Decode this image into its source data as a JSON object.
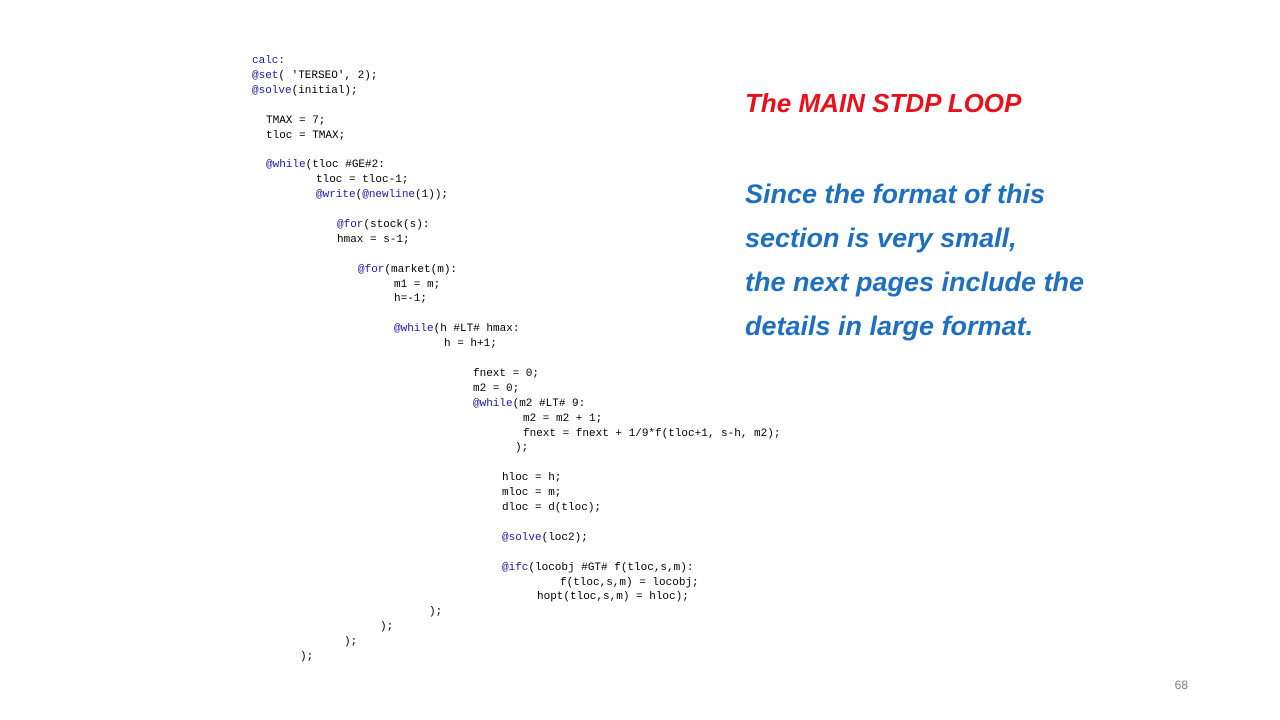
{
  "code_lines": [
    {
      "indent": 0,
      "parts": [
        {
          "t": "calc:",
          "k": true
        }
      ]
    },
    {
      "indent": 0,
      "parts": [
        {
          "t": "@set",
          "k": true
        },
        {
          "t": "( 'TERSEO', 2);"
        }
      ]
    },
    {
      "indent": 0,
      "parts": [
        {
          "t": "@solve",
          "k": true
        },
        {
          "t": "(initial);"
        }
      ]
    },
    {
      "indent": 0,
      "parts": []
    },
    {
      "indent": 1,
      "parts": [
        {
          "t": "TMAX = 7;"
        }
      ]
    },
    {
      "indent": 1,
      "parts": [
        {
          "t": "tloc = TMAX;"
        }
      ]
    },
    {
      "indent": 0,
      "parts": []
    },
    {
      "indent": 1,
      "parts": [
        {
          "t": "@while",
          "k": true
        },
        {
          "t": "(tloc #GE#2:"
        }
      ]
    },
    {
      "indent": 2,
      "parts": [
        {
          "t": "tloc = tloc-1;"
        }
      ]
    },
    {
      "indent": 2,
      "parts": [
        {
          "t": "@write",
          "k": true
        },
        {
          "t": "("
        },
        {
          "t": "@newline",
          "k": true
        },
        {
          "t": "(1));"
        }
      ]
    },
    {
      "indent": 0,
      "parts": []
    },
    {
      "indent": 3,
      "parts": [
        {
          "t": "@for",
          "k": true
        },
        {
          "t": "(stock(s):"
        }
      ]
    },
    {
      "indent": 3,
      "parts": [
        {
          "t": "hmax = s-1;"
        }
      ]
    },
    {
      "indent": 0,
      "parts": []
    },
    {
      "indent": 4,
      "parts": [
        {
          "t": "@for",
          "k": true
        },
        {
          "t": "(market(m):"
        }
      ]
    },
    {
      "indent": 5,
      "parts": [
        {
          "t": "m1 = m;"
        }
      ]
    },
    {
      "indent": 5,
      "parts": [
        {
          "t": "h=-1;"
        }
      ]
    },
    {
      "indent": 0,
      "parts": []
    },
    {
      "indent": 5,
      "parts": [
        {
          "t": "@while",
          "k": true
        },
        {
          "t": "(h #LT# hmax:"
        }
      ]
    },
    {
      "indent": 6,
      "parts": [
        {
          "t": "h = h+1;"
        }
      ]
    },
    {
      "indent": 0,
      "parts": []
    },
    {
      "indent": 7,
      "parts": [
        {
          "t": "fnext = 0;"
        }
      ]
    },
    {
      "indent": 7,
      "parts": [
        {
          "t": "m2 = 0;"
        }
      ]
    },
    {
      "indent": 7,
      "parts": [
        {
          "t": "@while",
          "k": true
        },
        {
          "t": "(m2 #LT# 9:"
        }
      ]
    },
    {
      "indent": 8,
      "parts": [
        {
          "t": "m2 = m2 + 1;"
        }
      ]
    },
    {
      "indent": 8,
      "parts": [
        {
          "t": "fnext = fnext + 1/9*f(tloc+1, s-h, m2);"
        }
      ]
    },
    {
      "indent": 9,
      "parts": [
        {
          "t": ");"
        }
      ]
    },
    {
      "indent": 0,
      "parts": []
    },
    {
      "indent": 10,
      "parts": [
        {
          "t": "hloc = h;"
        }
      ]
    },
    {
      "indent": 10,
      "parts": [
        {
          "t": "mloc = m;"
        }
      ]
    },
    {
      "indent": 10,
      "parts": [
        {
          "t": "dloc = d(tloc);"
        }
      ]
    },
    {
      "indent": 0,
      "parts": []
    },
    {
      "indent": 10,
      "parts": [
        {
          "t": "@solve",
          "k": true
        },
        {
          "t": "(loc2);"
        }
      ]
    },
    {
      "indent": 0,
      "parts": []
    },
    {
      "indent": 10,
      "parts": [
        {
          "t": "@ifc",
          "k": true
        },
        {
          "t": "(locobj #GT# f(tloc,s,m):"
        }
      ]
    },
    {
      "indent": 11,
      "parts": [
        {
          "t": "f(tloc,s,m) = locobj;"
        }
      ]
    },
    {
      "indent": 12,
      "parts": [
        {
          "t": "hopt(tloc,s,m) = hloc);"
        }
      ]
    },
    {
      "indent": 13,
      "parts": [
        {
          "t": ");"
        }
      ]
    },
    {
      "indent": 14,
      "parts": [
        {
          "t": ");"
        }
      ]
    },
    {
      "indent": 15,
      "parts": [
        {
          "t": ");"
        }
      ]
    },
    {
      "indent": 16,
      "parts": [
        {
          "t": ");"
        }
      ]
    }
  ],
  "side_title": "The MAIN STDP LOOP",
  "side_lines": [
    "Since the format of this",
    "section is very small,",
    "the next pages include the",
    "details in large format."
  ],
  "page_number": "68",
  "colors": {
    "title": "#e8101a",
    "body": "#1f6fbf",
    "keyword": "#1a1aa6"
  }
}
